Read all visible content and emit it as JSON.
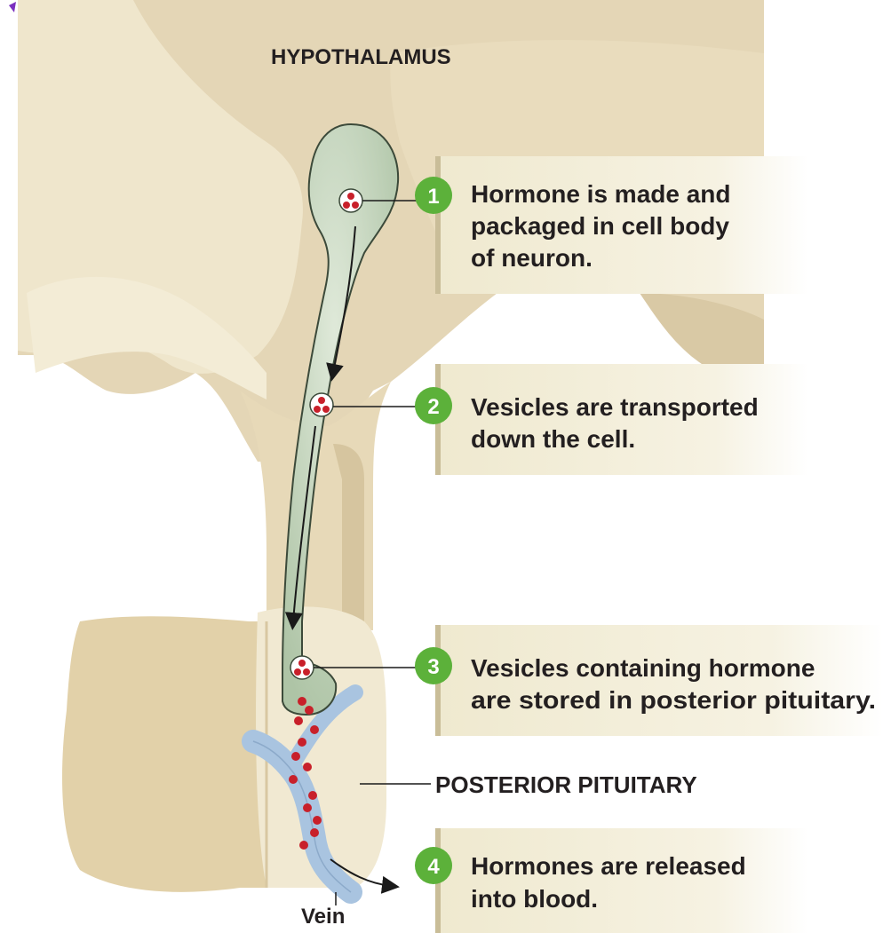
{
  "labels": {
    "hypothalamus": "HYPOTHALAMUS",
    "posterior_pituitary": "POSTERIOR PITUITARY",
    "vein": "Vein"
  },
  "steps": [
    {
      "number": "1",
      "lines": [
        "Hormone is made and",
        "packaged in cell body",
        "of neuron."
      ]
    },
    {
      "number": "2",
      "lines": [
        "Vesicles are transported",
        "down the cell."
      ]
    },
    {
      "number": "3",
      "lines": [
        "Vesicles containing hormone",
        "are stored in posterior pituitary."
      ]
    },
    {
      "number": "4",
      "lines": [
        "Hormones are released",
        "into blood."
      ]
    }
  ],
  "colors": {
    "tissue": "#e8dcc0",
    "tissue_light": "#f3ecd8",
    "tissue_shadow": "#cdbf9d",
    "neuron": "#b8ccb0",
    "neuron_outline": "#3c4a3a",
    "vein": "#a9c4e0",
    "vesicle": "#c8202a",
    "step_badge": "#5cb13a",
    "callout_bg": "#f2eed9"
  }
}
